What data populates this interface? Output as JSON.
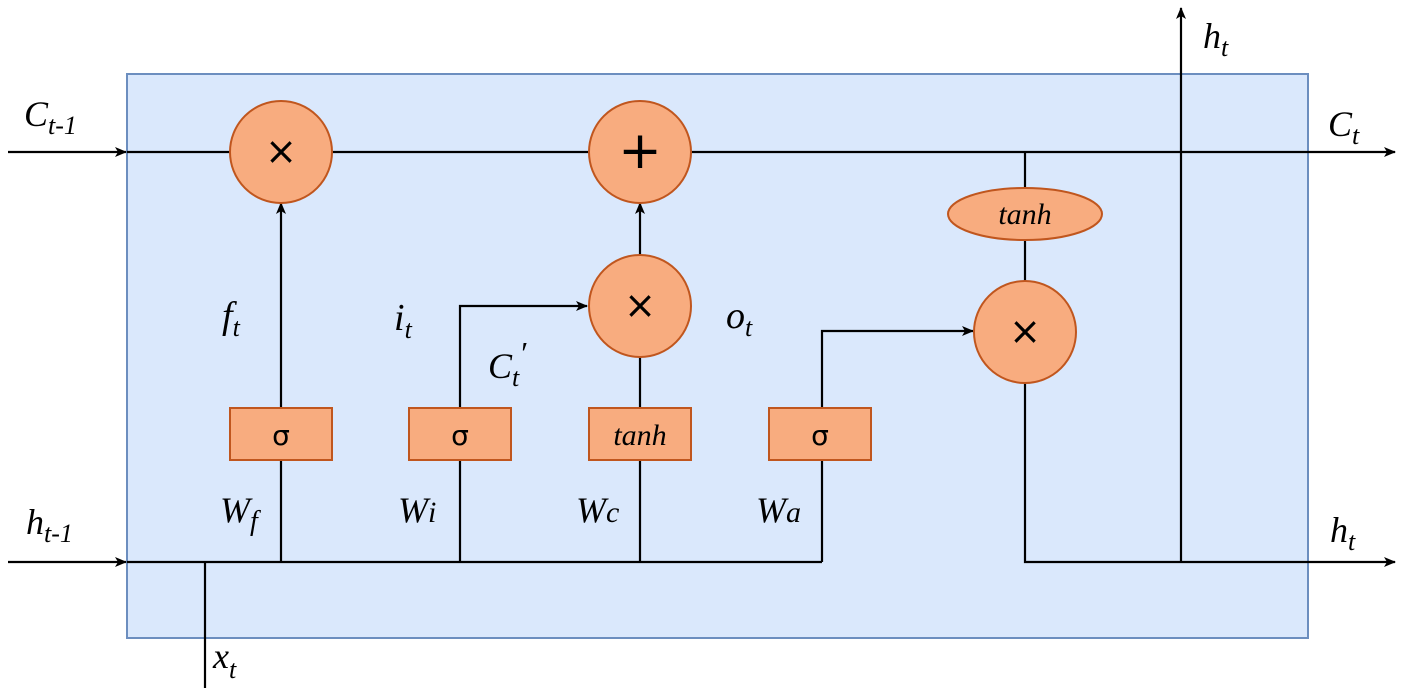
{
  "colors": {
    "cell_fill": "#dae8fc",
    "cell_border": "#6c8ebf",
    "node_fill": "#f8ac7f",
    "node_border": "#c0561e"
  },
  "inputs": {
    "c_prev": {
      "base": "C",
      "sub": "t-1"
    },
    "h_prev": {
      "base": "h",
      "sub": "t-1"
    },
    "x_t": {
      "base": "x",
      "sub": "t"
    }
  },
  "outputs": {
    "c_t": {
      "base": "C",
      "sub": "t"
    },
    "h_t_right": {
      "base": "h",
      "sub": "t"
    },
    "h_t_top": {
      "base": "h",
      "sub": "t"
    }
  },
  "gates": {
    "forget": {
      "activation": "σ",
      "weight": {
        "base": "W",
        "sub": "f"
      },
      "output": {
        "base": "f",
        "sub": "t"
      }
    },
    "input": {
      "activation": "σ",
      "weight": {
        "base": "W",
        "sub": "i"
      },
      "output": {
        "base": "i",
        "sub": "t"
      }
    },
    "candidate": {
      "activation": "tanh",
      "weight": {
        "base": "W",
        "sub": "c"
      },
      "output": {
        "base": "C",
        "sub": "t",
        "prime": "′"
      }
    },
    "output": {
      "activation": "σ",
      "weight": {
        "base": "W",
        "sub": "a"
      },
      "output": {
        "base": "o",
        "sub": "t"
      }
    }
  },
  "ops": {
    "forget_mult": "×",
    "cell_add": "+",
    "input_mult": "×",
    "output_mult": "×",
    "cell_tanh": "tanh"
  }
}
